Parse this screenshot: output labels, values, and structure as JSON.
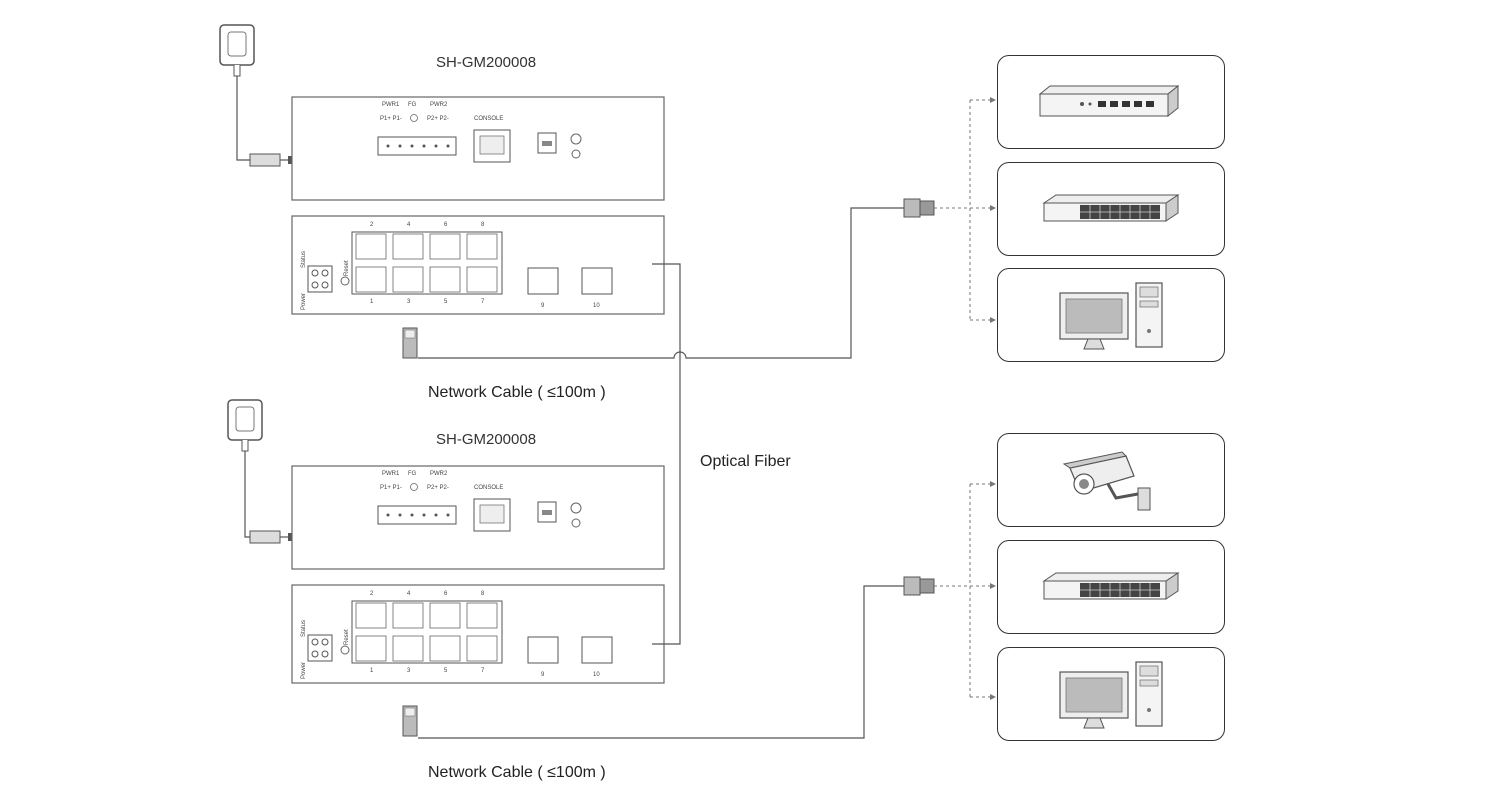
{
  "switch_units": [
    {
      "model": "SH-GM200008",
      "terminal_labels": {
        "power": "PWR1",
        "fg": "FG",
        "power2": "PWR2",
        "p1": "P1+ P1-",
        "p2": "P2+ P2-",
        "console": "CONSOLE"
      },
      "led_labels": {
        "power": "Power",
        "status": "Status",
        "reset": "Reset"
      },
      "port_numbers": [
        "1",
        "2",
        "3",
        "4",
        "5",
        "6",
        "7",
        "8",
        "9",
        "10"
      ],
      "cable_label": "Network Cable ( ≤100m )"
    },
    {
      "model": "SH-GM200008",
      "terminal_labels": {
        "power": "PWR1",
        "fg": "FG",
        "power2": "PWR2",
        "p1": "P1+ P1-",
        "p2": "P2+ P2-",
        "console": "CONSOLE"
      },
      "led_labels": {
        "power": "Power",
        "status": "Status",
        "reset": "Reset"
      },
      "port_numbers": [
        "1",
        "2",
        "3",
        "4",
        "5",
        "6",
        "7",
        "8",
        "9",
        "10"
      ],
      "cable_label": "Network Cable ( ≤100m )"
    }
  ],
  "fiber_label": "Optical Fiber",
  "end_devices": {
    "top_group": [
      "router-icon",
      "switch-icon",
      "computer-icon"
    ],
    "bottom_group": [
      "camera-icon",
      "switch-icon",
      "computer-icon"
    ]
  },
  "colors": {
    "line": "#555555",
    "dashed": "#777777",
    "box_border": "#333333"
  }
}
